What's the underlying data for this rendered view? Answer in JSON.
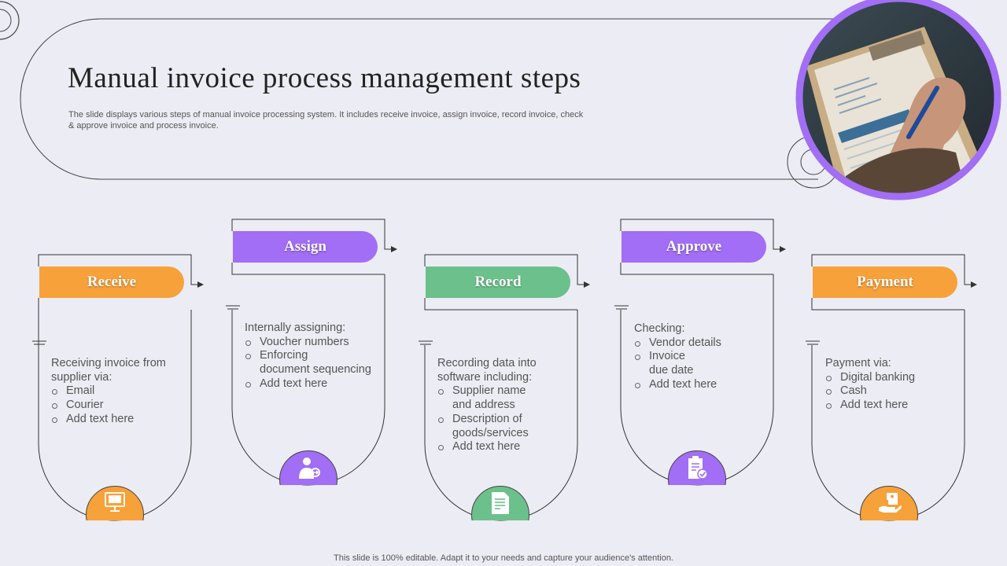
{
  "title": "Manual invoice process management steps",
  "subtitle": "The slide displays various steps of manual invoice processing system. It includes receive invoice, assign invoice, record invoice, check & approve invoice and process invoice.",
  "footer": "This slide is 100% editable. Adapt it to your needs and capture your audience's attention.",
  "colors": {
    "orange": "#f7a13a",
    "purple": "#a16ef5",
    "green": "#6cc08b",
    "background": "#ececf4"
  },
  "photo": {
    "icon": "invoice-clipboard-photo"
  },
  "steps": [
    {
      "label": "Receive",
      "color": "#f7a13a",
      "icon": "computer-monitor-icon",
      "intro": [
        "Receiving invoice from",
        "supplier via:"
      ],
      "items": [
        "Email",
        "Courier",
        "Add text here"
      ]
    },
    {
      "label": "Assign",
      "color": "#a16ef5",
      "icon": "person-assign-icon",
      "intro": [
        "Internally assigning:"
      ],
      "items": [
        "Voucher numbers",
        "Enforcing\ndocument sequencing",
        "Add text here"
      ]
    },
    {
      "label": "Record",
      "color": "#6cc08b",
      "icon": "document-edit-icon",
      "intro": [
        "Recording data into",
        "software including:"
      ],
      "items": [
        "Supplier name\nand address",
        "Description of\ngoods/services",
        "Add text here"
      ]
    },
    {
      "label": "Approve",
      "color": "#a16ef5",
      "icon": "clipboard-check-icon",
      "intro": [
        "Checking:"
      ],
      "items": [
        "Vendor details",
        "Invoice\ndue date",
        "Add text here"
      ]
    },
    {
      "label": "Payment",
      "color": "#f7a13a",
      "icon": "hand-cash-icon",
      "intro": [
        "Payment via:"
      ],
      "items": [
        "Digital banking",
        "Cash",
        "Add text here"
      ]
    }
  ]
}
